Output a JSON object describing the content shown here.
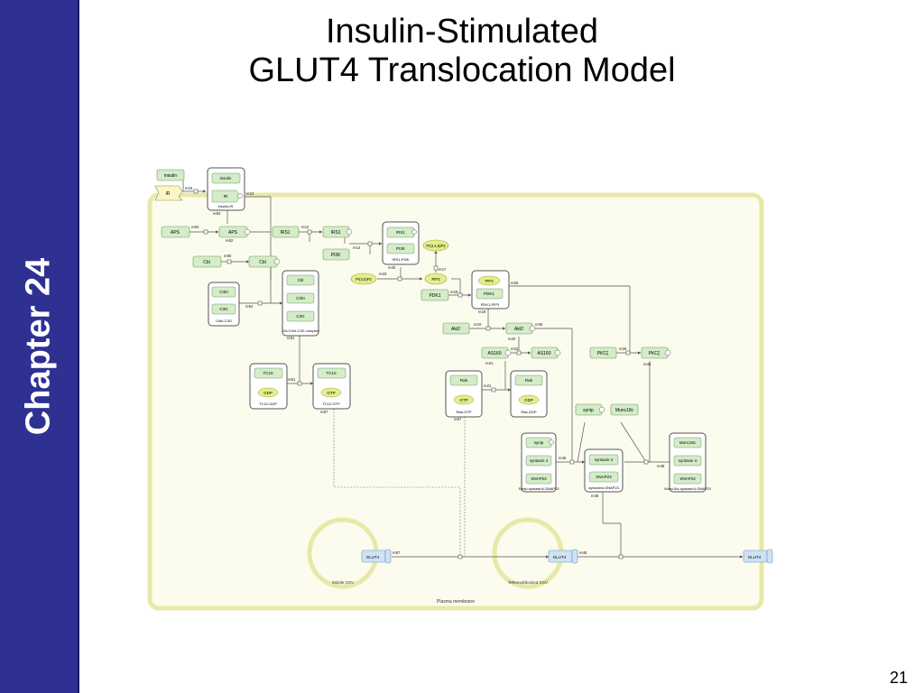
{
  "slide": {
    "chapter_label": "Chapter 24",
    "title_line1": "Insulin-Stimulated",
    "title_line2": "GLUT4 Translocation Model",
    "page_number": "21"
  },
  "diagram": {
    "colors": {
      "membrane": "#e8e8a8",
      "species_fill": "#d4ecc8",
      "species_stroke": "#6f9a5f",
      "lipid_fill": "#e6ee8a",
      "lipid_stroke": "#9aa43a",
      "complex_stroke": "#555555",
      "line": "#555555",
      "glut4_fill": "#cfe3f6",
      "glut4_stroke": "#6f8fb5"
    },
    "compartments": {
      "plasma_membrane": "Plasma membrane",
      "mobile_gsv": "Mobile GSV",
      "tethered_gsv": "Tethered/docked GSV"
    },
    "species": [
      {
        "id": "insulin_free",
        "label": "insulin"
      },
      {
        "id": "ir_free",
        "label": "IR"
      },
      {
        "id": "aps_a",
        "label": "APS"
      },
      {
        "id": "aps_b",
        "label": "APS"
      },
      {
        "id": "cbl_a",
        "label": "Cbl"
      },
      {
        "id": "cbl_b",
        "label": "Cbl"
      },
      {
        "id": "irs1_a",
        "label": "IRS1"
      },
      {
        "id": "irs1_b",
        "label": "IRS1"
      },
      {
        "id": "pi3k_free",
        "label": "PI3K"
      },
      {
        "id": "pdk1_free",
        "label": "PDK1"
      },
      {
        "id": "akt2_a",
        "label": "Akt2"
      },
      {
        "id": "akt2_b",
        "label": "Akt2"
      },
      {
        "id": "as160_a",
        "label": "AS160"
      },
      {
        "id": "as160_b",
        "label": "AS160"
      },
      {
        "id": "pkcz_a",
        "label": "PKCζ"
      },
      {
        "id": "pkcz_b",
        "label": "PKCζ"
      },
      {
        "id": "synip_free",
        "label": "synip"
      },
      {
        "id": "munc18c_free",
        "label": "Munc18c"
      }
    ],
    "lipids": [
      {
        "id": "pip3_pool",
        "label": "PI(3,4,5)P3"
      },
      {
        "id": "pip2",
        "label": "PI(4,5)P2"
      },
      {
        "id": "pip3",
        "label": "PIP3"
      }
    ],
    "complexes": [
      {
        "id": "insulin_ir",
        "label": "insulin-IR",
        "members": [
          "insulin",
          "IR"
        ]
      },
      {
        "id": "irs1_pi3k",
        "label": "IRS1-PI3K",
        "members": [
          "IRS1",
          "PI3K"
        ]
      },
      {
        "id": "pdk1_pip3",
        "label": "PDK1-PIP3",
        "members": [
          "PIP3",
          "PDK1"
        ]
      },
      {
        "id": "crkii_c3g",
        "label": "CrkII-C3G",
        "members": [
          "CrkII",
          "C3G"
        ]
      },
      {
        "id": "cbl_crkii_c3g",
        "label": "Cbl-CrkII-C3G complex",
        "members": [
          "Cbl",
          "CrkII",
          "C3G"
        ]
      },
      {
        "id": "tc10_gdp",
        "label": "TC10-GDP",
        "members": [
          "TC10",
          "GDP"
        ]
      },
      {
        "id": "tc10_gtp",
        "label": "TC10-GTP",
        "members": [
          "TC10",
          "GTP"
        ]
      },
      {
        "id": "rab_gtp",
        "label": "Rab-GTP",
        "members": [
          "Rab",
          "GTP"
        ]
      },
      {
        "id": "rab_gdp",
        "label": "Rab-GDP",
        "members": [
          "Rab",
          "GDP"
        ]
      },
      {
        "id": "synip_syn4_snap23",
        "label": "Synip-syntaxin4-SNAP23",
        "members": [
          "synip",
          "syntaxin 4",
          "SNAP23"
        ]
      },
      {
        "id": "syn4_snap23",
        "label": "syntaxin4-SNAP23",
        "members": [
          "syntaxin 4",
          "SNAP23"
        ]
      },
      {
        "id": "munc18c_syn4_snap23",
        "label": "Munc18c-syntaxin4-SNAP23",
        "members": [
          "Munc18c",
          "syntaxin 4",
          "SNAP23"
        ]
      }
    ],
    "glut4": [
      {
        "id": "glut4_mobile",
        "label": "GLUT4"
      },
      {
        "id": "glut4_tethered",
        "label": "GLUT4"
      },
      {
        "id": "glut4_membrane",
        "label": "GLUT4"
      }
    ],
    "reactions": {
      "re15": "re15",
      "re13": "re13",
      "re53": "re53",
      "re53b": "re53",
      "re52": "re52",
      "re12": "re12",
      "re14": "re14",
      "re50": "re50",
      "re54": "re54",
      "re40": "re40",
      "re43": "re43",
      "re17": "re17",
      "re18": "re18",
      "re25": "re25",
      "re19": "re19",
      "re10": "re10",
      "re45a": "re45",
      "re20": "re20",
      "re22": "re22",
      "re21a": "re21",
      "re26": "re26",
      "re46": "re46",
      "re51a": "re51",
      "re51b": "re51",
      "re21b": "re21",
      "re57a": "re57",
      "re57b": "re57",
      "re45b": "re45",
      "re48a": "re48",
      "re48b": "re48",
      "re57c": "re57",
      "re48c": "re48"
    }
  }
}
